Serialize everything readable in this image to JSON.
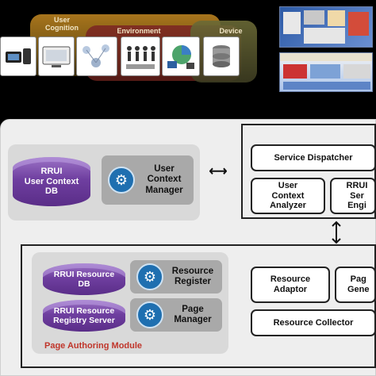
{
  "banner": {
    "labels": {
      "user_cognition": "User\nCognition",
      "environment": "Environment",
      "device": "Device"
    }
  },
  "diagram": {
    "user_context_db": "RRUI\nUser Context\nDB",
    "user_context_manager": "User\nContext\nManager",
    "service_dispatcher": "Service Dispatcher",
    "user_context_analyzer": "User\nContext\nAnalyzer",
    "rrui_service_engine": "RRUI Ser\nEngi",
    "resource_db": "RRUI Resource\nDB",
    "resource_registry_server": "RRUI Resource\nRegistry Server",
    "resource_register": "Resource\nRegister",
    "page_manager": "Page\nManager",
    "page_authoring_module": "Page Authoring Module",
    "resource_adaptor": "Resource\nAdaptor",
    "page_generator": "Pag\nGene",
    "resource_collector": "Resource Collector"
  },
  "colors": {
    "db_purple": "#6f3fa0",
    "gear_blue": "#1f6fb0",
    "module_label_red": "#c0352a"
  }
}
